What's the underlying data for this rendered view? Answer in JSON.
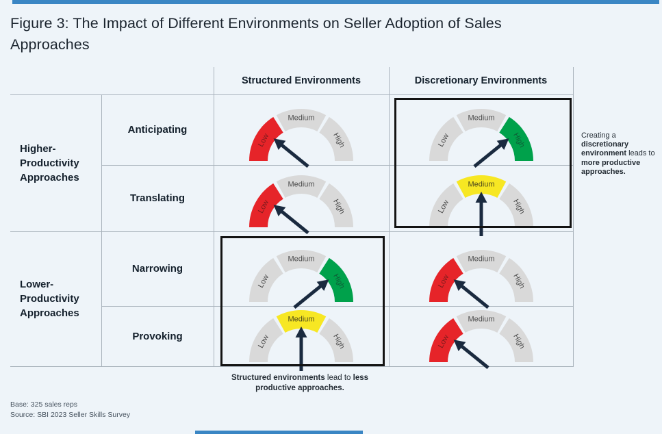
{
  "title": "Figure 3: The Impact of Different Environments on Seller Adoption of Sales Approaches",
  "chart_data": {
    "type": "gauge-matrix",
    "columns": [
      "Structured Environments",
      "Discretionary Environments"
    ],
    "scale": [
      "Low",
      "Medium",
      "High"
    ],
    "groups": [
      {
        "label": "Higher-Productivity Approaches",
        "rows": [
          {
            "approach": "Anticipating",
            "values": [
              "Low",
              "High"
            ]
          },
          {
            "approach": "Translating",
            "values": [
              "Low",
              "Medium"
            ]
          }
        ]
      },
      {
        "label": "Lower-Productivity Approaches",
        "rows": [
          {
            "approach": "Narrowing",
            "values": [
              "High",
              "Low"
            ]
          },
          {
            "approach": "Provoking",
            "values": [
              "Medium",
              "Low"
            ]
          }
        ]
      }
    ],
    "colors": {
      "Low": "#e62429",
      "Medium": "#f7e723",
      "High": "#00a14b",
      "inactive": "#d9d9d9",
      "arrow": "#1a2a3f",
      "accent_bar": "#3a86c4"
    }
  },
  "annotations": {
    "right": [
      "Creating a ",
      "discretionary environment",
      " leads to ",
      "more productive approaches."
    ],
    "bottom": [
      "Structured environments",
      " lead to ",
      "less productive approaches."
    ]
  },
  "footer": {
    "base": "Base: 325 sales reps",
    "source": "Source: SBI 2023 Seller Skills Survey"
  }
}
